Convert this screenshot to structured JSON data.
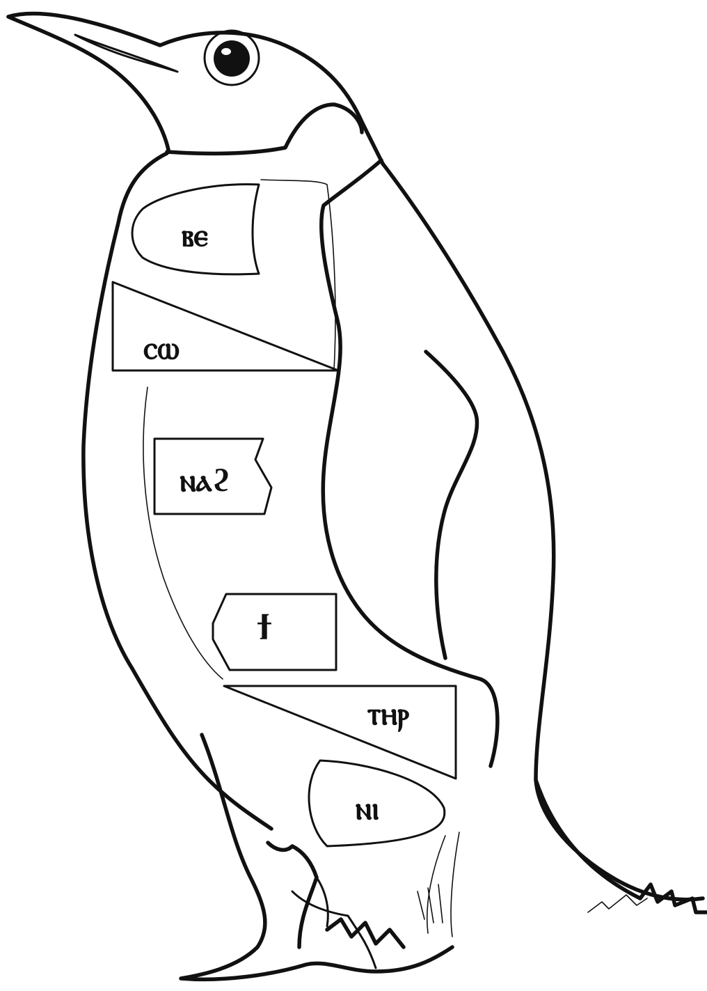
{
  "labels": {
    "be": "ⲃⲉ",
    "sw": "ⲥⲱ",
    "nah": "ⲛⲁϩ",
    "ti": "ϯ",
    "thr": "ⲧⲏⲣ",
    "ni": "ⲛⲓ"
  },
  "colors": {
    "ink": "#111111",
    "background": "#ffffff"
  }
}
